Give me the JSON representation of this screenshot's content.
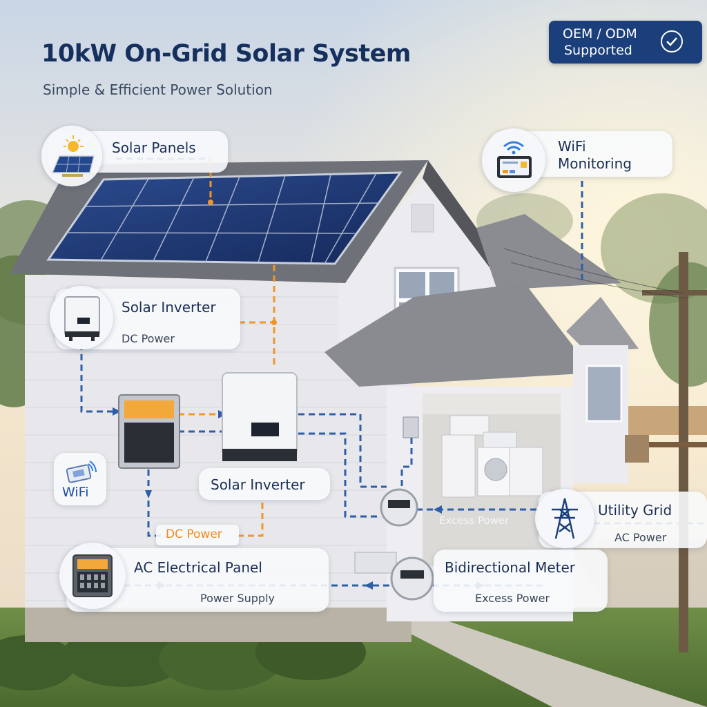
{
  "header": {
    "title": "10kW On-Grid Solar System",
    "subtitle": "Simple & Efficient Power Solution"
  },
  "badge": {
    "line1": "OEM / ODM",
    "line2": "Supported",
    "icon": "check-circle-icon"
  },
  "labels": {
    "solar_panels": "Solar Panels",
    "wifi_monitoring_1": "WiFi",
    "wifi_monitoring_2": "Monitoring",
    "solar_inverter_top": "Solar Inverter",
    "dc_power_top": "DC Power",
    "wifi_small": "WiFi",
    "solar_inverter_mid": "Solar Inverter",
    "dc_power_mid": "DC Power",
    "excess_power_garage": "Excess Power",
    "utility_grid": "Utility Grid",
    "ac_power": "AC Power",
    "ac_panel": "AC Electrical Panel",
    "power_supply": "Power Supply",
    "bidirectional_meter": "Bidirectional Meter",
    "excess_power_bottom": "Excess Power"
  },
  "colors": {
    "navy": "#16305e",
    "dc_orange": "#f0962a",
    "ac_blue": "#2d5ea8",
    "badge": "#1b3f7a"
  },
  "icons": [
    "sun-icon",
    "solar-panel-icon",
    "wifi-icon",
    "phone-app-icon",
    "inverter-icon",
    "electrical-panel-icon",
    "power-tower-icon",
    "meter-icon"
  ]
}
